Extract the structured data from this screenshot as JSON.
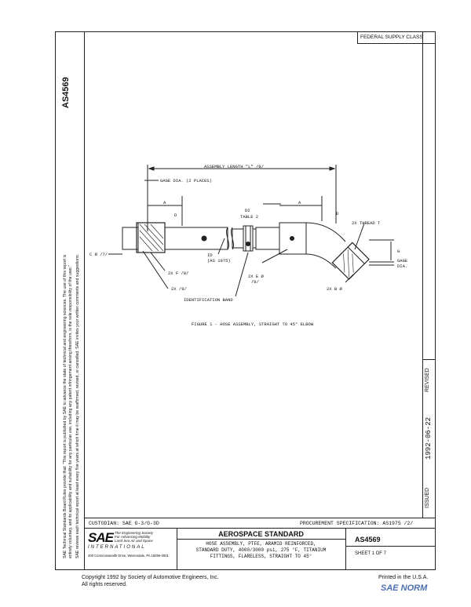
{
  "document_id": "AS4569",
  "federal_supply_class": "FEDERAL SUPPLY CLASS",
  "side_notes": {
    "line1": "SAE Technical Standards Board Rules provide that: \"This report is published by SAE to advance the state of technical and engineering sciences. The use of this report is",
    "line2": "entirely voluntary, and its applicability and suitability for any particular use, including any patent infringement arising therefrom, is the sole responsibility of the user.\"",
    "line3": "SAE reviews each technical report at least every five years at which time it may be reaffirmed, revised, or cancelled. SAE invites your written comments and suggestions."
  },
  "figure": {
    "assembly_length": "ASSEMBLY LENGTH \"L\" /8/",
    "gage_dia": "GAGE DIA. (2 PLACES)",
    "a1": "A",
    "d1": "D",
    "d2": "D2",
    "table2": "TABLE 2",
    "a2": "A",
    "d2b": "D",
    "thread": "2X THREAD T",
    "c_dia": "C Ø /7/",
    "id_label": "ID",
    "as1975": "(AS 1975)",
    "e_dia": "2X E Ø",
    "e_dia_note": "/9/",
    "g_label": "G",
    "gage_dia_right": "GAGE",
    "gage_dia_right2": "DIA.",
    "f_label": "2X F /8/",
    "ref9": "2X /9/",
    "b_dia": "2X B Ø",
    "ident_band": "IDENTIFICATION BAND",
    "caption": "FIGURE 1 - HOSE ASSEMBLY, STRAIGHT TO 45° ELBOW"
  },
  "revision": {
    "issued_label": "ISSUED",
    "issued_date": "1992-06-22",
    "revised_label": "REVISED"
  },
  "custodian": "CUSTODIAN:  SAE G-3/G-3D",
  "procurement": "PROCUREMENT SPECIFICATION:  AS1975 /2/",
  "sae": {
    "logo": "SAE",
    "tagline1": "The Engineering Society",
    "tagline2": "For Advancing Mobility",
    "tagline3": "Land Sea Air and Space",
    "international": "INTERNATIONAL",
    "address": "400 Commonwealth Drive, Warrendale, PA 15096-0001"
  },
  "title_block": {
    "heading": "AEROSPACE STANDARD",
    "line1": "HOSE ASSEMBLY, PTFE, ARAMID REINFORCED,",
    "line2": "STANDARD DUTY, 4000/3000 psi, 275 °F, TITANIUM",
    "line3": "FITTINGS, FLARELESS, STRAIGHT TO 45°",
    "doc_number": "AS4569",
    "sheet": "SHEET 1 OF 7"
  },
  "footer": {
    "copyright": "Copyright 1992  by Society of Automotive Engineers, Inc.",
    "rights": "All rights reserved.",
    "printed": "Printed in the U.S.A.",
    "stamp": "SAE NORM"
  }
}
